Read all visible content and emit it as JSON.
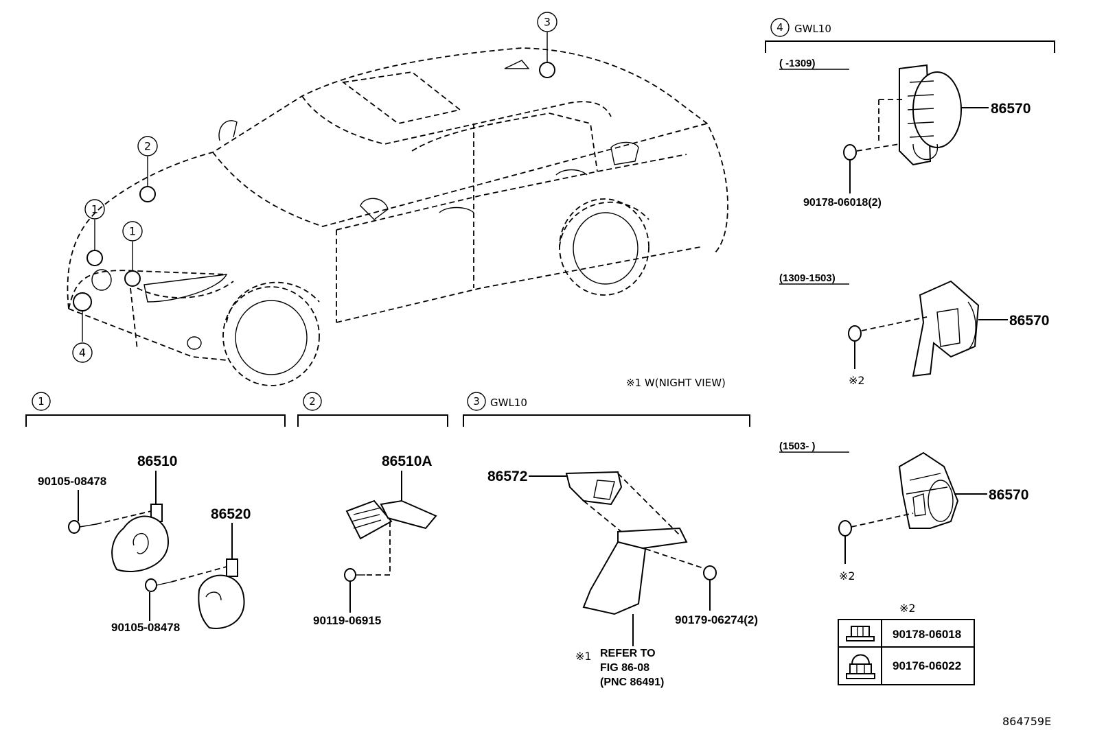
{
  "car_callouts": [
    "3",
    "2",
    "1",
    "1",
    "4"
  ],
  "note_night_view": "※1 W(NIGHT VIEW)",
  "sections": {
    "s1": {
      "number": "1",
      "label": ""
    },
    "s2": {
      "number": "2",
      "label": ""
    },
    "s3": {
      "number": "3",
      "label": "GWL10"
    },
    "s4": {
      "number": "4",
      "label": "GWL10"
    }
  },
  "section1_parts": {
    "horn_high": "86510",
    "horn_low": "86520",
    "bolt_top": "90105-08478",
    "bolt_bottom": "90105-08478"
  },
  "section2_parts": {
    "horn_assy": "86510A",
    "bolt": "90119-06915"
  },
  "section3_parts": {
    "bracket": "86572",
    "nut": "90179-06274(2)",
    "note_mark": "※1",
    "note_line1": "REFER TO",
    "note_line2": "FIG 86-08",
    "note_line3": "(PNC 86491)"
  },
  "section4_variants": [
    {
      "range": "(      -1309)",
      "part": "86570",
      "fastener": "90178-06018(2)"
    },
    {
      "range": "(1309-1503)",
      "part": "86570",
      "fastener": "※2"
    },
    {
      "range": "(1503-      )",
      "part": "86570",
      "fastener": "※2"
    }
  ],
  "fastener_table": {
    "title": "※2",
    "rows": [
      {
        "icon": "flange-nut-icon",
        "part": "90178-06018"
      },
      {
        "icon": "cap-nut-icon",
        "part": "90176-06022"
      }
    ]
  },
  "diagram_id": "864759E"
}
